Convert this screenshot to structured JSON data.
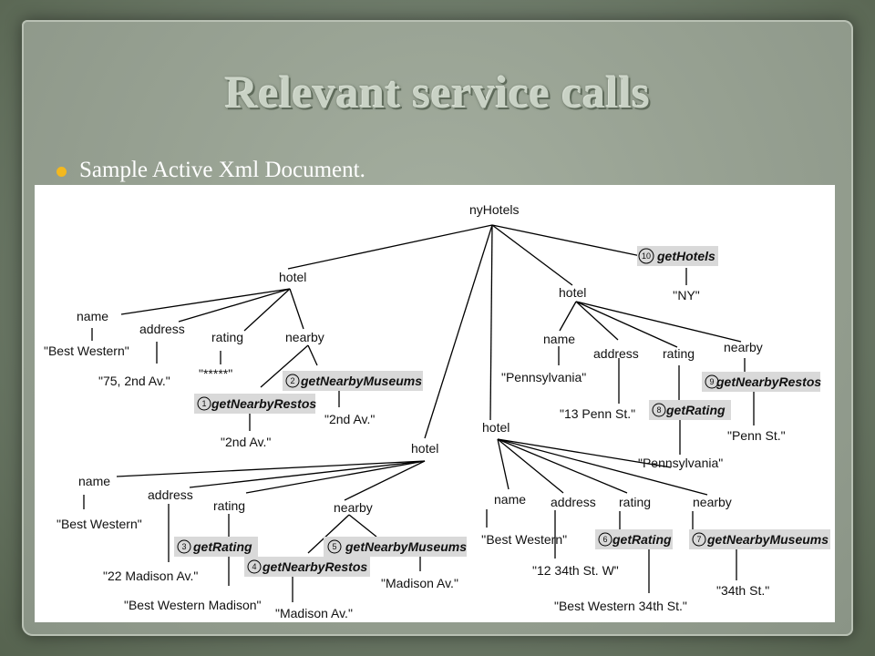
{
  "slide": {
    "title": "Relevant service calls",
    "bullet": "Sample Active Xml Document."
  },
  "colors": {
    "bullet": "#f3b81f",
    "service_highlight": "#d9d9d9"
  },
  "tree": {
    "root": "nyHotels",
    "hotel1": {
      "hotel": "hotel",
      "name": "name",
      "name_value": "\"Best Western\"",
      "address": "address",
      "address_value": "\"75, 2nd Av.\"",
      "rating": "rating",
      "rating_value": "\"*****\"",
      "nearby": "nearby",
      "call1_num": "1",
      "call1": "getNearbyRestos",
      "call1_param": "\"2nd Av.\"",
      "call2_num": "2",
      "call2": "getNearbyMuseums",
      "call2_param": "\"2nd Av.\""
    },
    "hotel2": {
      "hotel": "hotel",
      "name": "name",
      "name_value": "\"Best Western\"",
      "address": "address",
      "address_value": "\"22 Madison Av.\"",
      "rating": "rating",
      "call3_num": "3",
      "call3": "getRating",
      "call3_param": "\"Best Western Madison\"",
      "nearby": "nearby",
      "call4_num": "4",
      "call4": "getNearbyRestos",
      "call4_param": "\"Madison Av.\"",
      "call5_num": "5",
      "call5": "getNearbyMuseums",
      "call5_param": "\"Madison Av.\""
    },
    "hotel3": {
      "hotel": "hotel",
      "name": "name",
      "name_value": "''Best Western\"",
      "address": "address",
      "address_value": "\"12 34th St. W\"",
      "rating": "rating",
      "call6_num": "6",
      "call6": "getRating",
      "call6_param": "\"Best Western 34th St.\"",
      "nearby": "nearby",
      "call7_num": "7",
      "call7": "getNearbyMuseums",
      "call7_param": "\"34th St.\""
    },
    "hotel4": {
      "hotel": "hotel",
      "name": "name",
      "name_value": "\"Pennsylvania\"",
      "address": "address",
      "address_value": "\"13 Penn St.\"",
      "rating": "rating",
      "call8_num": "8",
      "call8": "getRating",
      "call8_param": "\"Pennsylvania\"",
      "nearby": "nearby",
      "call9_num": "9",
      "call9": "getNearbyRestos",
      "call9_param": "\"Penn St.\""
    },
    "root_call": {
      "call10_num": "10",
      "call10": "getHotels",
      "call10_param": "''NY\""
    }
  }
}
